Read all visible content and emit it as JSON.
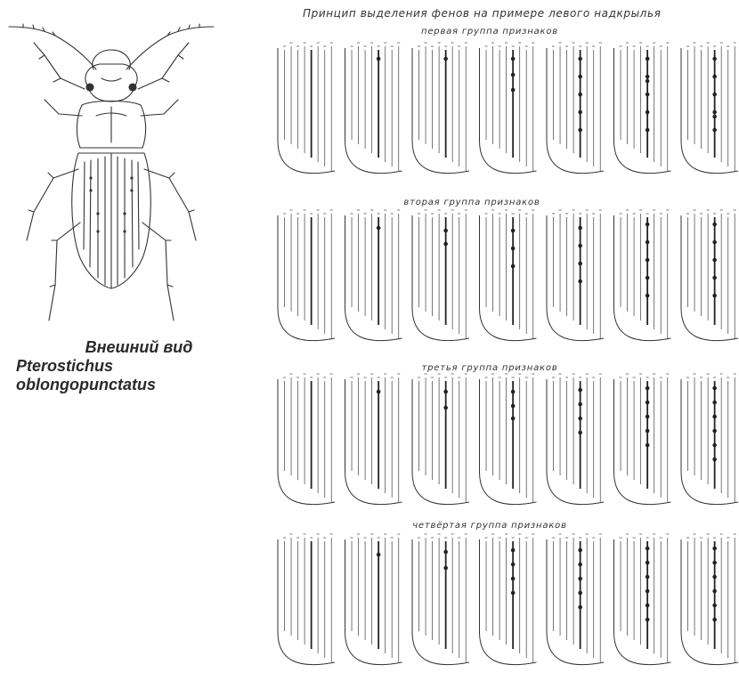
{
  "figure": {
    "title": "Принцип выделения фенов на примере левого надкрылья",
    "caption": {
      "line1": "Внешний вид",
      "line2": "Pterostichus",
      "line3": "oblongopunctatus"
    }
  },
  "groups": [
    {
      "label": "первая группа признаков",
      "dots": [
        [],
        [
          0.1
        ],
        [
          0.1
        ],
        [
          0.1,
          0.28,
          0.45
        ],
        [
          0.1,
          0.3,
          0.5,
          0.7,
          0.9
        ],
        [
          0.1,
          0.3,
          0.35,
          0.5,
          0.7,
          0.9
        ],
        [
          0.1,
          0.3,
          0.5,
          0.7,
          0.75,
          0.9
        ]
      ]
    },
    {
      "label": "вторая группа признаков",
      "dots": [
        [],
        [
          0.12
        ],
        [
          0.15,
          0.3
        ],
        [
          0.15,
          0.35,
          0.55
        ],
        [
          0.12,
          0.32,
          0.52,
          0.72
        ],
        [
          0.08,
          0.28,
          0.48,
          0.68,
          0.88
        ],
        [
          0.08,
          0.28,
          0.48,
          0.68,
          0.88
        ]
      ]
    },
    {
      "label": "третья группа признаков",
      "dots": [
        [],
        [
          0.12
        ],
        [
          0.12,
          0.3
        ],
        [
          0.12,
          0.28,
          0.42
        ],
        [
          0.1,
          0.26,
          0.42,
          0.58
        ],
        [
          0.08,
          0.24,
          0.4,
          0.56,
          0.72
        ],
        [
          0.08,
          0.24,
          0.4,
          0.56,
          0.72,
          0.88
        ]
      ]
    },
    {
      "label": "четвёртая группа признаков",
      "dots": [
        [],
        [
          0.15
        ],
        [
          0.12,
          0.3
        ],
        [
          0.1,
          0.26,
          0.42,
          0.58
        ],
        [
          0.1,
          0.26,
          0.42,
          0.58,
          0.74
        ],
        [
          0.08,
          0.24,
          0.4,
          0.56,
          0.72,
          0.88
        ],
        [
          0.08,
          0.24,
          0.4,
          0.56,
          0.72,
          0.88
        ]
      ]
    }
  ]
}
